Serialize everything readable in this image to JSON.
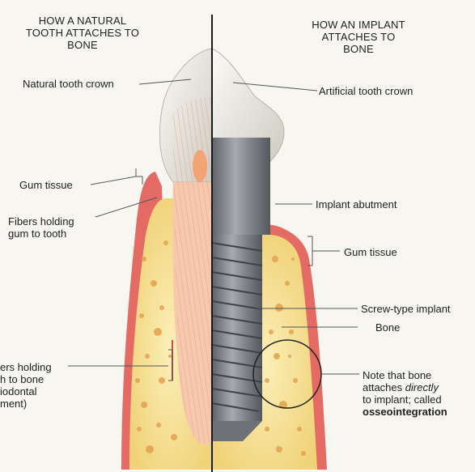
{
  "headings": {
    "left": [
      "HOW A NATURAL",
      "TOOTH ATTACHES TO",
      "BONE"
    ],
    "right": [
      "HOW AN IMPLANT",
      "ATTACHES TO",
      "BONE"
    ]
  },
  "labels": {
    "natural_crown": "Natural tooth crown",
    "artificial_crown": "Artificial tooth crown",
    "gum_tissue_left": "Gum tissue",
    "fibers_gum": [
      "Fibers holding",
      "gum to tooth"
    ],
    "implant_abutment": "Implant abutment",
    "gum_tissue_right": "Gum tissue",
    "screw_implant": "Screw-type implant",
    "bone": "Bone",
    "fibers_bone": [
      "ers holding",
      "h to bone",
      "iodontal",
      "ment)"
    ],
    "note_line1": "Note that bone",
    "note_line2a": "attaches ",
    "note_line2b": "directly",
    "note_line3": "to implant; called",
    "note_line4": "osseointegration"
  },
  "colors": {
    "background": "#f7f6f1",
    "bone": "#f2d97c",
    "bone_spot": "#e3a24f",
    "gum": "#e46a64",
    "enamel": "#e7e4dc",
    "dentin_fiber": "#f2b99a",
    "implant_metal": "#7f8286",
    "leader": "#555555"
  }
}
